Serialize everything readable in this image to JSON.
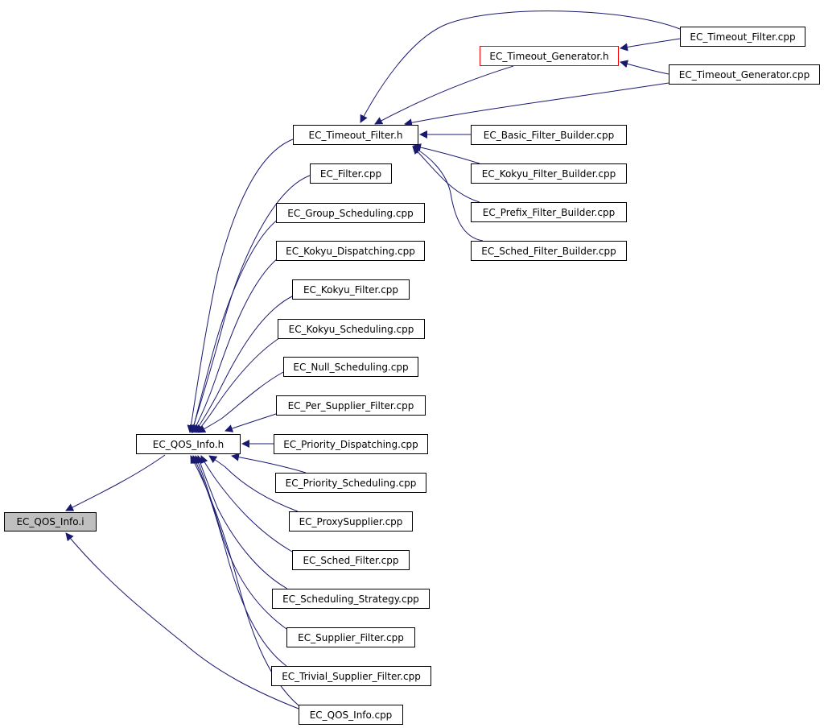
{
  "diagram": {
    "colors": {
      "edge": "#191970",
      "node_border": "#000000",
      "node_fill": "#ffffff",
      "highlight_fill": "#bfbfbf",
      "special_border": "#ff0000"
    },
    "nodes": {
      "ec_qos_info_i": {
        "label": "EC_QOS_Info.i"
      },
      "ec_qos_info_h": {
        "label": "EC_QOS_Info.h"
      },
      "ec_timeout_filter_h": {
        "label": "EC_Timeout_Filter.h"
      },
      "ec_timeout_generator_h": {
        "label": "EC_Timeout_Generator.h"
      },
      "ec_timeout_filter_cpp": {
        "label": "EC_Timeout_Filter.cpp"
      },
      "ec_timeout_generator_cpp": {
        "label": "EC_Timeout_Generator.cpp"
      },
      "ec_basic_filter_builder_cpp": {
        "label": "EC_Basic_Filter_Builder.cpp"
      },
      "ec_kokyu_filter_builder_cpp": {
        "label": "EC_Kokyu_Filter_Builder.cpp"
      },
      "ec_prefix_filter_builder_cpp": {
        "label": "EC_Prefix_Filter_Builder.cpp"
      },
      "ec_sched_filter_builder_cpp": {
        "label": "EC_Sched_Filter_Builder.cpp"
      },
      "ec_filter_cpp": {
        "label": "EC_Filter.cpp"
      },
      "ec_group_scheduling_cpp": {
        "label": "EC_Group_Scheduling.cpp"
      },
      "ec_kokyu_dispatching_cpp": {
        "label": "EC_Kokyu_Dispatching.cpp"
      },
      "ec_kokyu_filter_cpp": {
        "label": "EC_Kokyu_Filter.cpp"
      },
      "ec_kokyu_scheduling_cpp": {
        "label": "EC_Kokyu_Scheduling.cpp"
      },
      "ec_null_scheduling_cpp": {
        "label": "EC_Null_Scheduling.cpp"
      },
      "ec_per_supplier_filter_cpp": {
        "label": "EC_Per_Supplier_Filter.cpp"
      },
      "ec_priority_dispatching_cpp": {
        "label": "EC_Priority_Dispatching.cpp"
      },
      "ec_priority_scheduling_cpp": {
        "label": "EC_Priority_Scheduling.cpp"
      },
      "ec_proxysupplier_cpp": {
        "label": "EC_ProxySupplier.cpp"
      },
      "ec_sched_filter_cpp": {
        "label": "EC_Sched_Filter.cpp"
      },
      "ec_scheduling_strategy_cpp": {
        "label": "EC_Scheduling_Strategy.cpp"
      },
      "ec_supplier_filter_cpp": {
        "label": "EC_Supplier_Filter.cpp"
      },
      "ec_trivial_supplier_filter_cpp": {
        "label": "EC_Trivial_Supplier_Filter.cpp"
      },
      "ec_qos_info_cpp": {
        "label": "EC_QOS_Info.cpp"
      }
    },
    "edges": [
      [
        "ec_qos_info_h",
        "ec_qos_info_i"
      ],
      [
        "ec_qos_info_cpp",
        "ec_qos_info_i"
      ],
      [
        "ec_timeout_filter_h",
        "ec_qos_info_h"
      ],
      [
        "ec_filter_cpp",
        "ec_qos_info_h"
      ],
      [
        "ec_group_scheduling_cpp",
        "ec_qos_info_h"
      ],
      [
        "ec_kokyu_dispatching_cpp",
        "ec_qos_info_h"
      ],
      [
        "ec_kokyu_filter_cpp",
        "ec_qos_info_h"
      ],
      [
        "ec_kokyu_scheduling_cpp",
        "ec_qos_info_h"
      ],
      [
        "ec_null_scheduling_cpp",
        "ec_qos_info_h"
      ],
      [
        "ec_per_supplier_filter_cpp",
        "ec_qos_info_h"
      ],
      [
        "ec_priority_dispatching_cpp",
        "ec_qos_info_h"
      ],
      [
        "ec_priority_scheduling_cpp",
        "ec_qos_info_h"
      ],
      [
        "ec_proxysupplier_cpp",
        "ec_qos_info_h"
      ],
      [
        "ec_sched_filter_cpp",
        "ec_qos_info_h"
      ],
      [
        "ec_scheduling_strategy_cpp",
        "ec_qos_info_h"
      ],
      [
        "ec_supplier_filter_cpp",
        "ec_qos_info_h"
      ],
      [
        "ec_trivial_supplier_filter_cpp",
        "ec_qos_info_h"
      ],
      [
        "ec_qos_info_cpp",
        "ec_qos_info_h"
      ],
      [
        "ec_timeout_filter_cpp",
        "ec_qos_info_h"
      ],
      [
        "ec_timeout_generator_h",
        "ec_timeout_filter_h"
      ],
      [
        "ec_timeout_generator_cpp",
        "ec_timeout_filter_h"
      ],
      [
        "ec_basic_filter_builder_cpp",
        "ec_timeout_filter_h"
      ],
      [
        "ec_kokyu_filter_builder_cpp",
        "ec_timeout_filter_h"
      ],
      [
        "ec_prefix_filter_builder_cpp",
        "ec_timeout_filter_h"
      ],
      [
        "ec_sched_filter_builder_cpp",
        "ec_timeout_filter_h"
      ],
      [
        "ec_timeout_filter_cpp",
        "ec_timeout_generator_h"
      ],
      [
        "ec_timeout_generator_cpp",
        "ec_timeout_generator_h"
      ]
    ]
  }
}
